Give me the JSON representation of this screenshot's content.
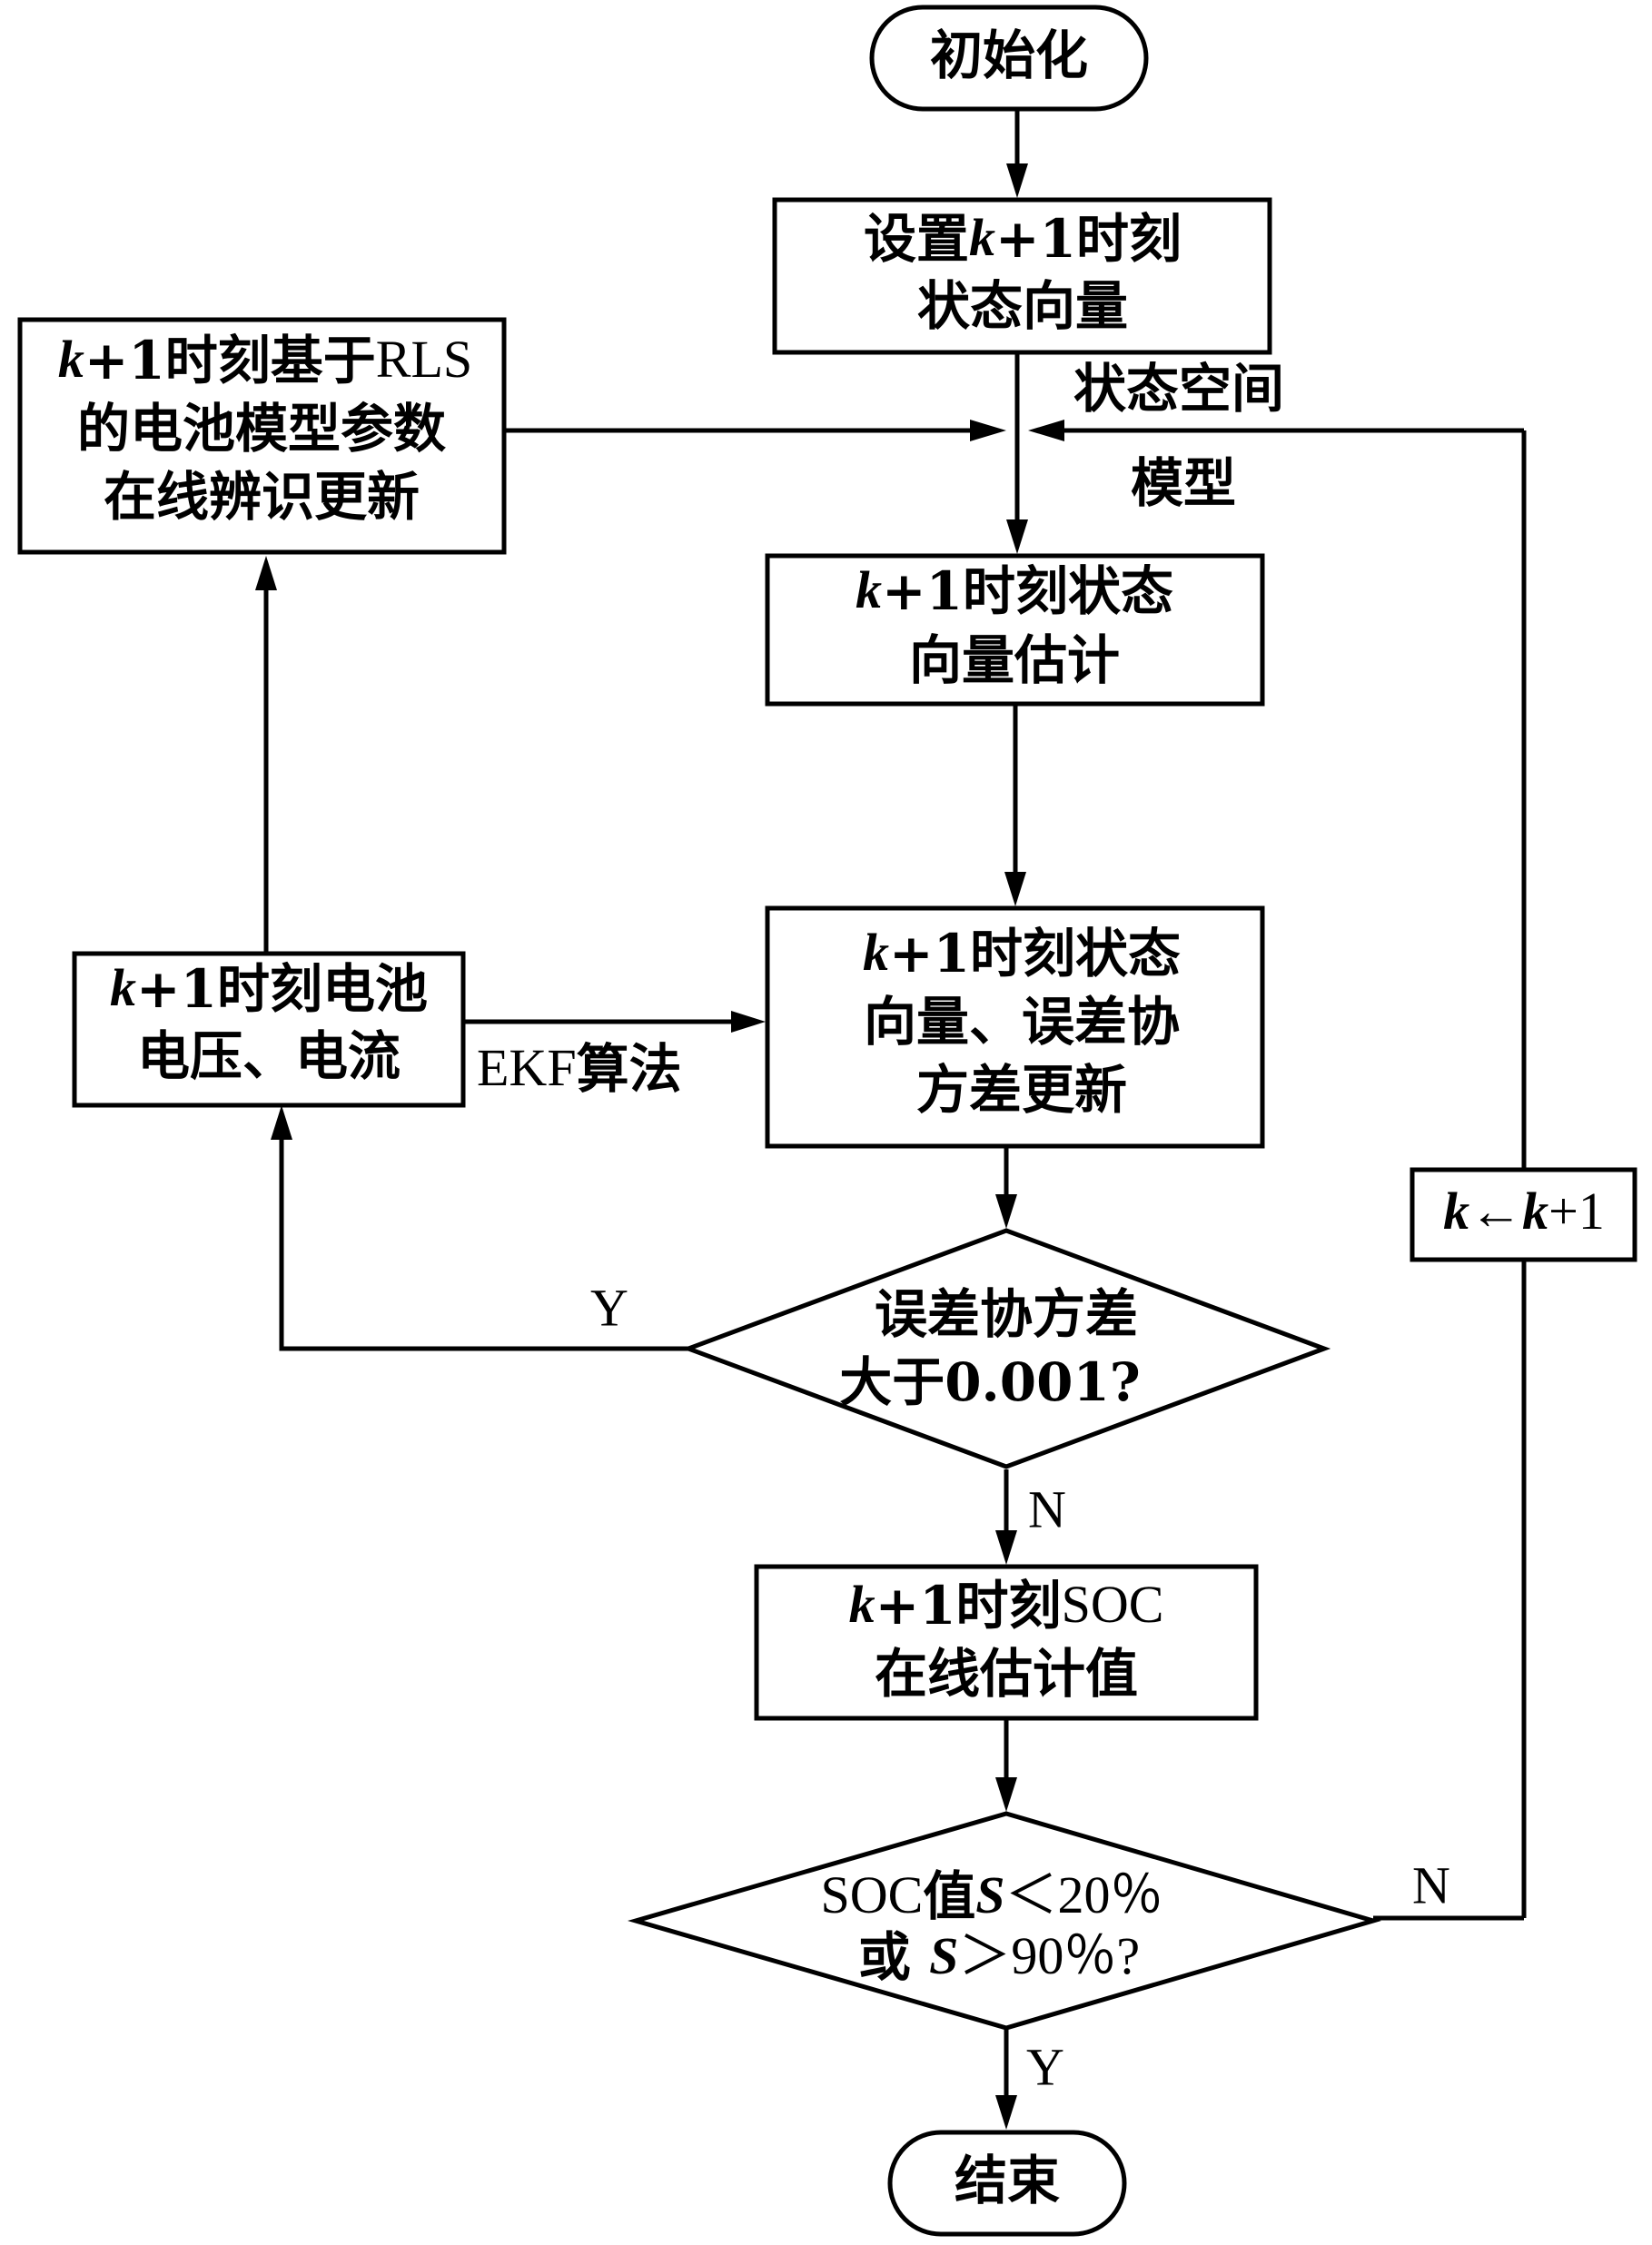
{
  "nodes": {
    "start": {
      "text": "初始化"
    },
    "set_state": {
      "line1_prefix": "设置",
      "line1_var": "k",
      "line1_suffix": "+1时刻",
      "line2": "状态向量"
    },
    "rls_update": {
      "line1_var": "k",
      "line1_mid": "+1时刻基于",
      "line1_roman": "RLS",
      "line2": "的电池模型参数",
      "line3": "在线辨识更新"
    },
    "state_estimate": {
      "line1_var": "k",
      "line1_suffix": "+1时刻状态",
      "line2": "向量估计"
    },
    "measure": {
      "line1_var": "k",
      "line1_suffix": "+1时刻电池",
      "line2": "电压、电流"
    },
    "state_update": {
      "line1_var": "k",
      "line1_suffix": "+1时刻状态",
      "line2": "向量、误差协",
      "line3": "方差更新"
    },
    "cov_check": {
      "line1": "误差协方差",
      "line2": "大于0.001?"
    },
    "soc_estimate": {
      "line1_var": "k",
      "line1_mid": "+1时刻",
      "line1_roman": "SOC",
      "line2": "在线估计值"
    },
    "soc_check": {
      "line1_roman": "SOC",
      "line1_mid": "值",
      "line1_var": "S",
      "line1_suffix": "＜20％",
      "line2_prefix": "或 ",
      "line2_var": "S",
      "line2_suffix": "＞90％?"
    },
    "k_increment": {
      "var1": "k",
      "arrow": "←",
      "var2": "k",
      "suffix": "+1"
    },
    "end": {
      "text": "结束"
    }
  },
  "labels": {
    "state_space_line1": "状态空间",
    "state_space_line2": "模型",
    "ekf": "EKF算法",
    "cov_yes": "Y",
    "cov_no": "N",
    "soc_no": "N",
    "soc_yes": "Y"
  }
}
